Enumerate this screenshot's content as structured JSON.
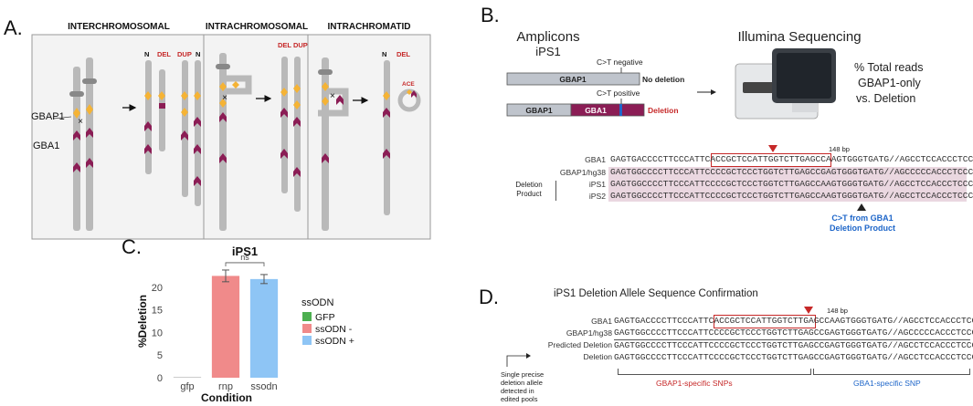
{
  "panels": {
    "A": {
      "letter": "A.",
      "headers": [
        "INTERCHROMOSOMAL",
        "INTRACHROMOSOMAL",
        "INTRACHROMATID"
      ],
      "gene_labels": [
        "GBAP1",
        "GBA1"
      ],
      "tag_N": "N",
      "tag_DEL": "DEL",
      "tag_DUP": "DUP",
      "tag_DEL_DUP": "DEL DUP",
      "tag_ACE": "ACE"
    },
    "B": {
      "letter": "B.",
      "amplicons_title": "Amplicons",
      "cell_line": "iPS1",
      "ct_negative": "C>T negative",
      "no_deletion": "No deletion",
      "ct_positive": "C>T positive",
      "deletion": "Deletion",
      "bar_gbap1": "GBAP1",
      "bar_gba1": "GBA1",
      "illumina": "Illumina Sequencing",
      "reads_line1": "% Total reads",
      "reads_line2": "GBAP1-only",
      "reads_line3": "vs. Deletion",
      "bp": "148 bp",
      "row_labels": [
        "GBA1",
        "GBAP1/hg38",
        "iPS1",
        "iPS2"
      ],
      "deletion_product_line1": "Deletion",
      "deletion_product_line2": "Product",
      "seqs": [
        "GAGTGACCCCTTCCCATTCACCGCTCCATTGGTCTTGAGCCAAGTGGGTGATG//AGCCTCCACCCTCCCA",
        "GAGTGGCCCCTTCCCATTCCCCGCTCCCTGGTCTTGAGCCGAGTGGGTGATG//AGCCCCCACCCTCCCA",
        "GAGTGGCCCCTTCCCATTCCCCGCTCCCTGGTCTTGAGCCAAGTGGGTGATG//AGCCTCCACCCTCCCA",
        "GAGTGGCCCCTTCCCATTCCCCGCTCCCTGGTCTTGAGCCAAGTGGGTGATG//AGCCTCCACCCTCCCA"
      ],
      "ct_note_line1": "C>T from GBA1",
      "ct_note_line2": "Deletion Product"
    },
    "C": {
      "letter": "C.",
      "chart_data": {
        "type": "bar",
        "title": "iPS1",
        "xlabel": "Condition",
        "ylabel": "%Deletion",
        "categories": [
          "gfp",
          "rnp",
          "ssodn"
        ],
        "values": [
          0.1,
          22.5,
          21.8
        ],
        "errors": [
          0,
          1.3,
          1.0
        ],
        "colors": [
          "#4caf50",
          "#f08a8a",
          "#8ec5f5"
        ],
        "yticks": [
          "0",
          "5",
          "10",
          "15",
          "20"
        ],
        "ylim": [
          0,
          25
        ],
        "grid": false,
        "significance": "ns",
        "legend": {
          "title": "ssODN",
          "placement": "right",
          "items": [
            {
              "label": "GFP",
              "color": "#4caf50"
            },
            {
              "label": "ssODN -",
              "color": "#f08a8a"
            },
            {
              "label": "ssODN +",
              "color": "#8ec5f5"
            }
          ]
        }
      }
    },
    "D": {
      "letter": "D.",
      "title": "iPS1 Deletion Allele Sequence Confirmation",
      "bp": "148 bp",
      "row_labels": [
        "GBA1",
        "GBAP1/hg38",
        "Predicted Deletion",
        "Deletion"
      ],
      "seqs": [
        "GAGTGACCCCTTCCCATTCACCGCTCCATTGGTCTTGAGCCAAGTGGGTGATG//AGCCTCCACCCTCCCA",
        "GAGTGGCCCCTTCCCATTCCCCGCTCCCTGGTCTTGAGCCGAGTGGGTGATG//AGCCCCCACCCTCCCA",
        "GAGTGGCCCCTTCCCATTCCCCGCTCCCTGGTCTTGAGCCGAGTGGGTGATG//AGCCTCCACCCTCCCA",
        "GAGTGGCCCCTTCCCATTCCCCGCTCCCTGGTCTTGAGCCGAGTGGGTGATG//AGCCTCCACCCTCCCA"
      ],
      "note_line1": "Single precise",
      "note_line2": "deletion allele",
      "note_line3": "detected in",
      "note_line4": "edited pools",
      "gbap1_snps": "GBAP1-specific SNPs",
      "gba1_snp": "GBA1-specific SNP"
    }
  },
  "colors": {
    "chromosome": "#b9b9b9",
    "gbap1": "#f5b335",
    "gba1": "#8b1d55",
    "red": "#c62828",
    "blue": "#1e66c9",
    "highlight": "#e9d3dd"
  }
}
